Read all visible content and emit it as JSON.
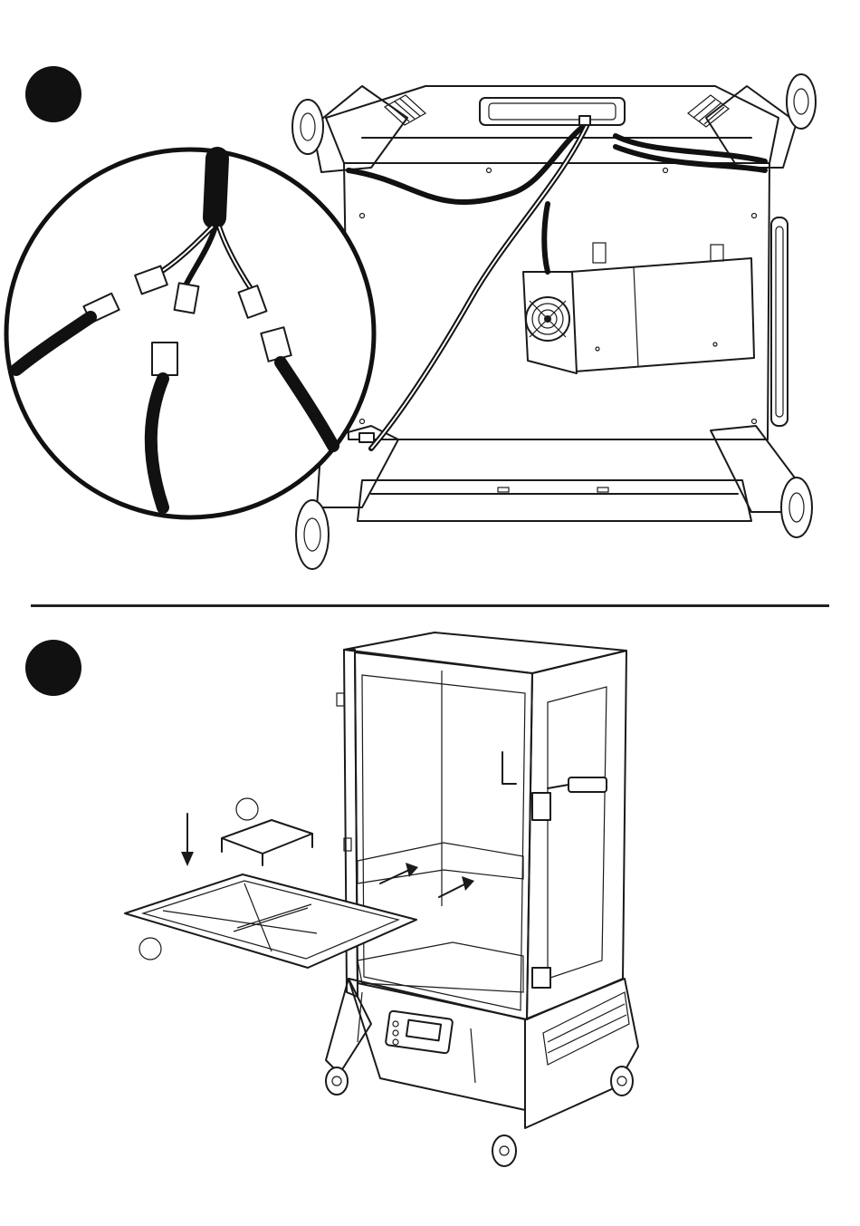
{
  "steps": [
    {
      "id": "step-1",
      "number": "",
      "description": ""
    },
    {
      "id": "step-2",
      "number": "",
      "description": ""
    }
  ],
  "part_callouts": [
    {
      "id": "part-a",
      "label": ""
    },
    {
      "id": "part-b",
      "label": ""
    }
  ],
  "colors": {
    "ink": "#1a1a1a",
    "background": "#ffffff",
    "badge": "#111111"
  }
}
